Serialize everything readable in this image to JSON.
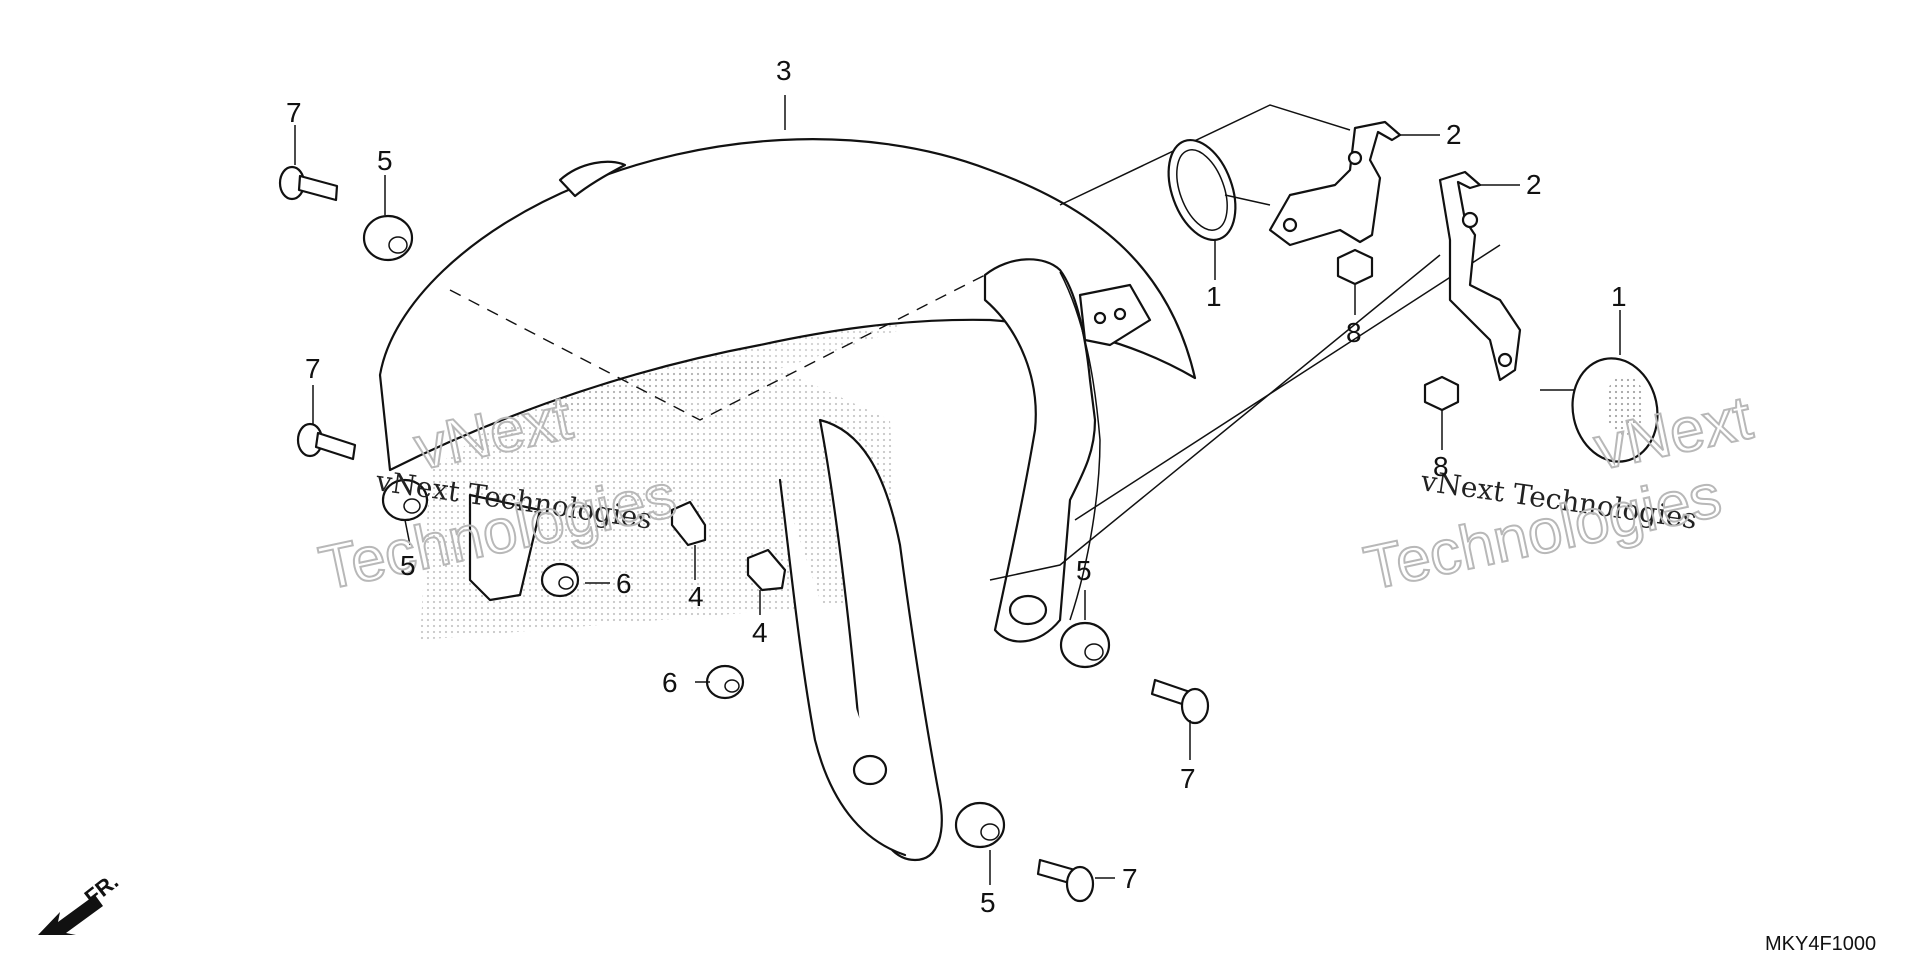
{
  "diagram": {
    "drawing_code": "MKY4F1000",
    "direction_label": "FR.",
    "callouts": {
      "c3": "3",
      "c2a": "2",
      "c2b": "2",
      "c1a": "1",
      "c1b": "1",
      "c8a": "8",
      "c8b": "8",
      "c7a": "7",
      "c7b": "7",
      "c7c": "7",
      "c7d": "7",
      "c5a": "5",
      "c5b": "5",
      "c5c": "5",
      "c5d": "5",
      "c4a": "4",
      "c4b": "4",
      "c6a": "6",
      "c6b": "6"
    },
    "watermarks": {
      "line1_left": "vNext",
      "line2_left": "vNext Technologies",
      "line3_left": "Technologies",
      "line1_right": "vNext",
      "line2_right": "vNext Technologies",
      "line3_right": "Technologies"
    }
  }
}
